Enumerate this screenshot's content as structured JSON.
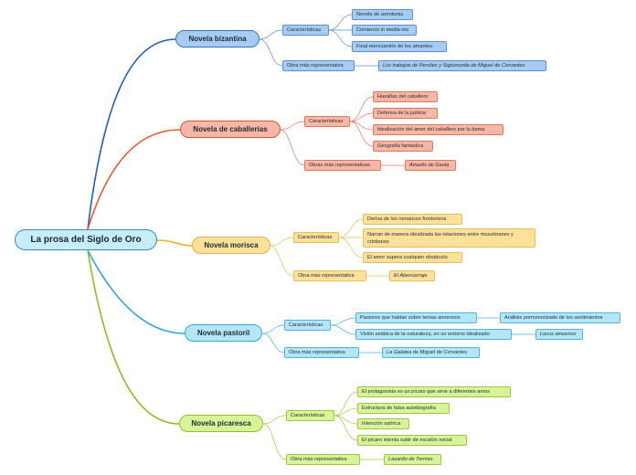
{
  "root": "La prosa del Siglo de Oro",
  "branches": [
    {
      "title": "Novela bizantina",
      "caracteristicas_label": "Características",
      "caracteristicas": [
        "Novela de aventuras",
        "Comienzo in media res",
        "Final reencuentro de los amantes"
      ],
      "obra_label": "Obra más representativa",
      "obra": "Los trabajos de Persiles y Sigismunda de Miguel de Cervantes",
      "color": "#1f5fbf"
    },
    {
      "title": "Novela de caballerías",
      "caracteristicas_label": "Características",
      "caracteristicas": [
        "Hazañas del caballero",
        "Defensa de la justicia",
        "Idealización del amor del caballero por la dama",
        "Geografía fantástica"
      ],
      "obra_label": "Obras más representativas",
      "obra": "Amadís de Gaula",
      "color": "#e8582f"
    },
    {
      "title": "Novela morisca",
      "caracteristicas_label": "Características",
      "caracteristicas": [
        "Deriva de los romances fronterizos",
        "Narran de manera idealizada las relaciones entre musulmanes y cristianos",
        "El amor supera cualquier obstáculo"
      ],
      "obra_label": "Obra más representativa",
      "obra": "El Abencerraje",
      "color": "#f2b01e"
    },
    {
      "title": "Novela pastoril",
      "caracteristicas_label": "Características",
      "caracteristicas": [
        "Pastores que hablan sobre temas amorosos",
        "Visión estática de la naturaleza, en un entorno idealizado"
      ],
      "caracteristicas_detail": [
        "Análisis pormenorizado de los sentimientos",
        "Locus amoenus"
      ],
      "obra_label": "Obra más representativa",
      "obra_italic": "La Galatea",
      "obra_rest": " de Miguel de Cervantes",
      "color": "#2aa7dd"
    },
    {
      "title": "Novela picaresca",
      "caracteristicas_label": "Características",
      "caracteristicas": [
        "El protagonista es un pícaro que sirve a diferentes amos",
        "Estructura de falsa autobiografía",
        "Intención satírica",
        "El pícaro intenta subir de escalón social"
      ],
      "obra_label": "Obra más representativa",
      "obra": "Lazarillo de Tormes",
      "color": "#8cbf1f"
    }
  ]
}
